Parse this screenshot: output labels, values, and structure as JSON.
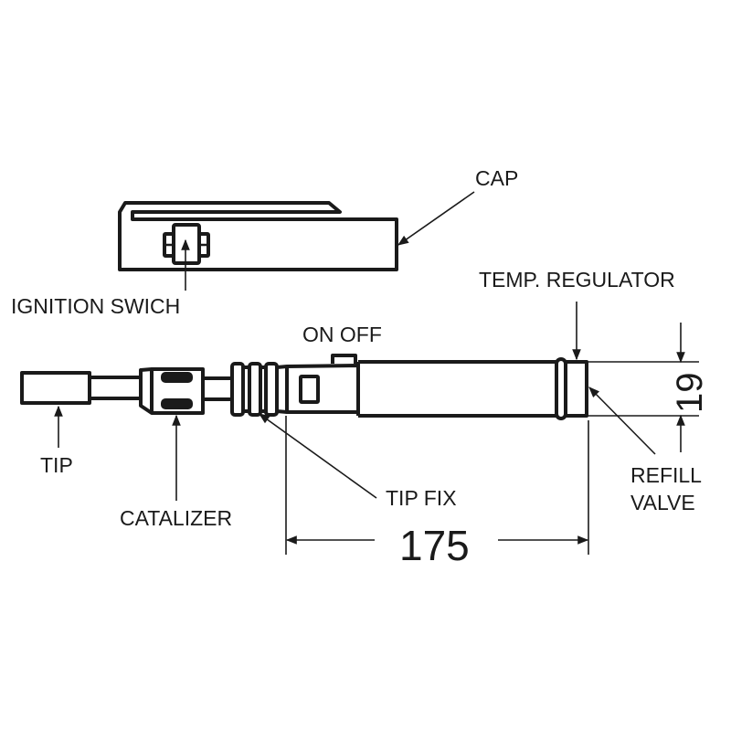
{
  "diagram": {
    "title": "Catalytic soldering iron / lighter technical drawing",
    "labels": {
      "cap": "CAP",
      "ignition_switch": "IGNITION SWICH",
      "temp_regulator": "TEMP. REGULATOR",
      "on_off": "ON OFF",
      "tip": "TIP",
      "catalizer": "CATALIZER",
      "tip_fix": "TIP FIX",
      "refill_valve_line1": "REFILL",
      "refill_valve_line2": "VALVE"
    },
    "dimensions": {
      "length": "175",
      "diameter": "19"
    },
    "colors": {
      "ink": "#1a1a1a",
      "background": "#ffffff"
    }
  }
}
